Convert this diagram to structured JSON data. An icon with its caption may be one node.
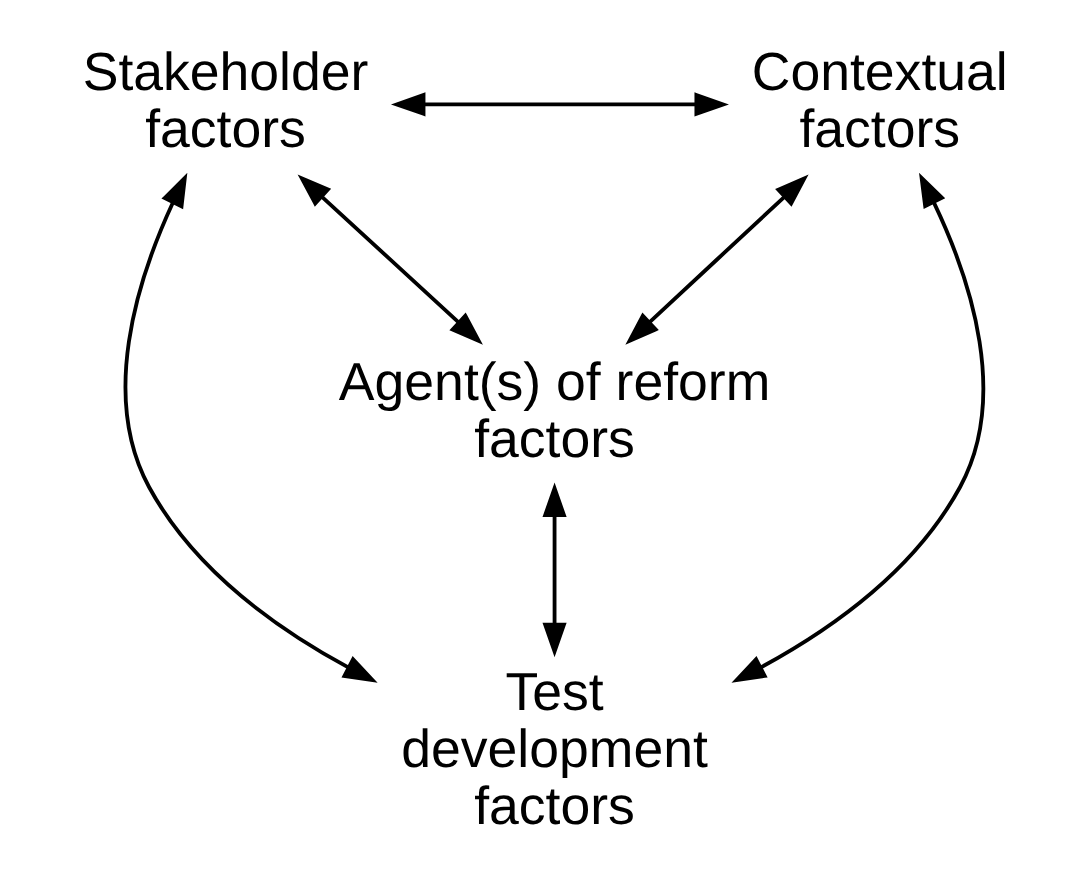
{
  "diagram": {
    "nodes": [
      {
        "text": [
          "Stakeholder factors"
        ]
      },
      {
        "text": [
          "Contextual factors"
        ]
      },
      {
        "text": [
          "Agent(s) of reform factors"
        ]
      },
      {
        "text": [
          "Test development factors"
        ]
      }
    ],
    "edges": [
      {
        "from": 0,
        "to": 1,
        "arrow": "both"
      },
      {
        "from": 0,
        "to": 2,
        "arrow": "both"
      },
      {
        "from": 1,
        "to": 2,
        "arrow": "both"
      },
      {
        "from": 2,
        "to": 3,
        "arrow": "both"
      },
      {
        "from": 0,
        "to": 3,
        "arrow": "both"
      },
      {
        "from": 1,
        "to": 3,
        "arrow": "both"
      }
    ]
  }
}
